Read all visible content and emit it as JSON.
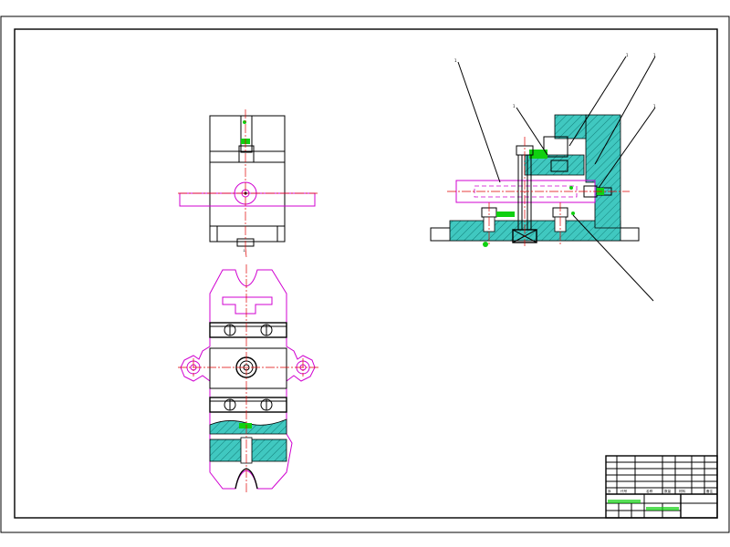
{
  "drawing": {
    "type": "assembly-drawing",
    "view_count": 3,
    "balloon_labels": [
      "1",
      "1",
      "1",
      "1",
      "1"
    ],
    "title_block": {
      "header_labels": [
        "序",
        "代号",
        "名称",
        "数量",
        "材料",
        "备注"
      ],
      "rows": 8
    },
    "colors": {
      "outline": "#000000",
      "hidden_part": "#d000d0",
      "center_line": "#e00000",
      "section_hatch": "#40c8c0",
      "highlight": "#10d010"
    }
  }
}
